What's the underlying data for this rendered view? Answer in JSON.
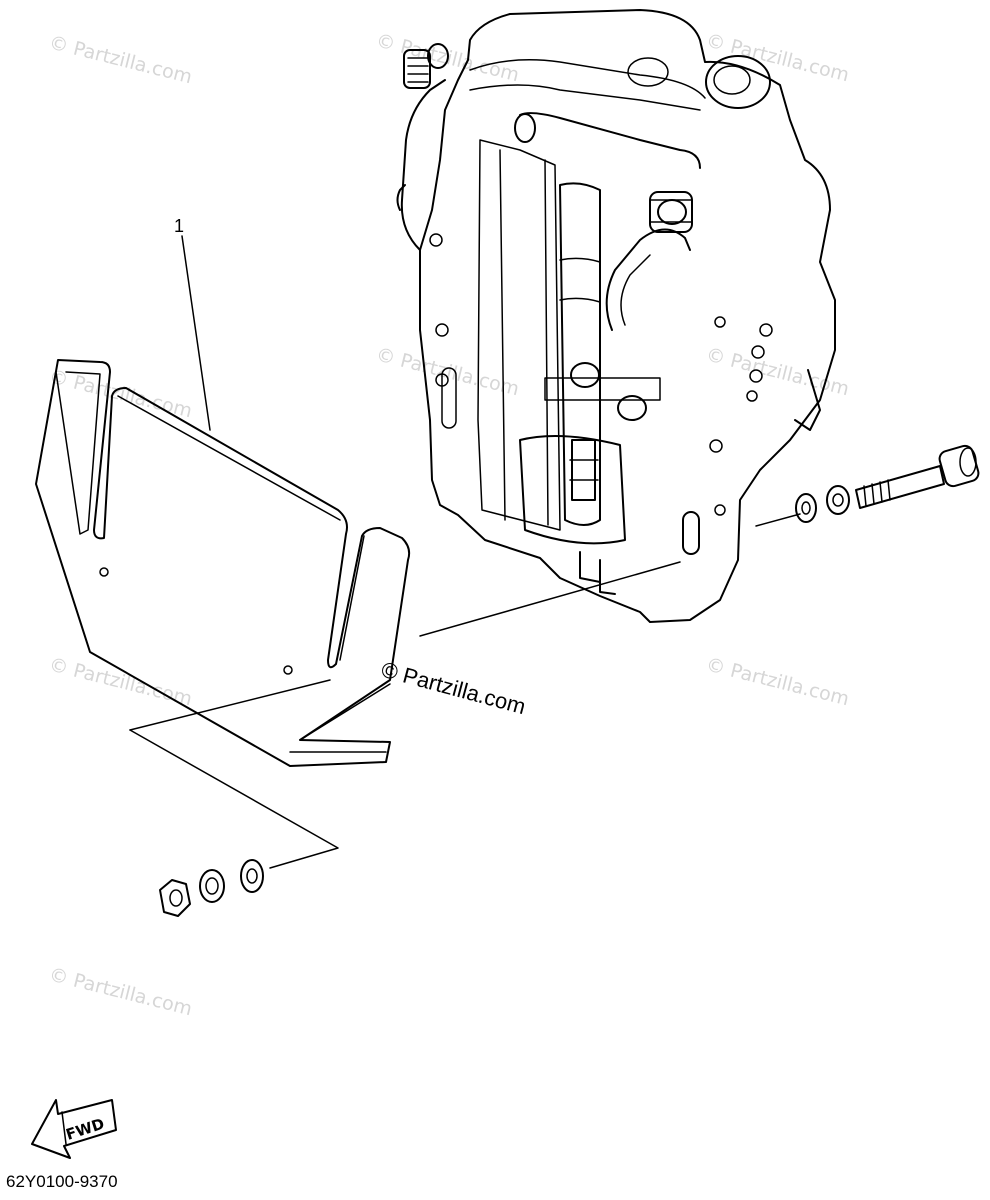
{
  "diagram": {
    "part_number": "62Y0100-9370",
    "callouts": [
      {
        "id": "1",
        "label": "1"
      }
    ],
    "direction_arrow": {
      "label": "FWD",
      "icon": "fwd-arrow-icon"
    },
    "center_watermark": "© Partzilla.com",
    "watermarks": [
      "© Partzilla.com",
      "© Partzilla.com",
      "© Partzilla.com",
      "© Partzilla.com",
      "© Partzilla.com",
      "© Partzilla.com",
      "© Partzilla.com",
      "© Partzilla.com",
      "© Partzilla.com"
    ],
    "components": [
      {
        "name": "bracket-assembly",
        "icon": "clamp-bracket-drawing"
      },
      {
        "name": "guard-plate",
        "callout": "1"
      },
      {
        "name": "bolt",
        "icon": "bolt-drawing"
      },
      {
        "name": "washers-right",
        "icon": "washer-drawing"
      },
      {
        "name": "nut-and-washers-left",
        "icon": "nut-drawing"
      }
    ]
  }
}
